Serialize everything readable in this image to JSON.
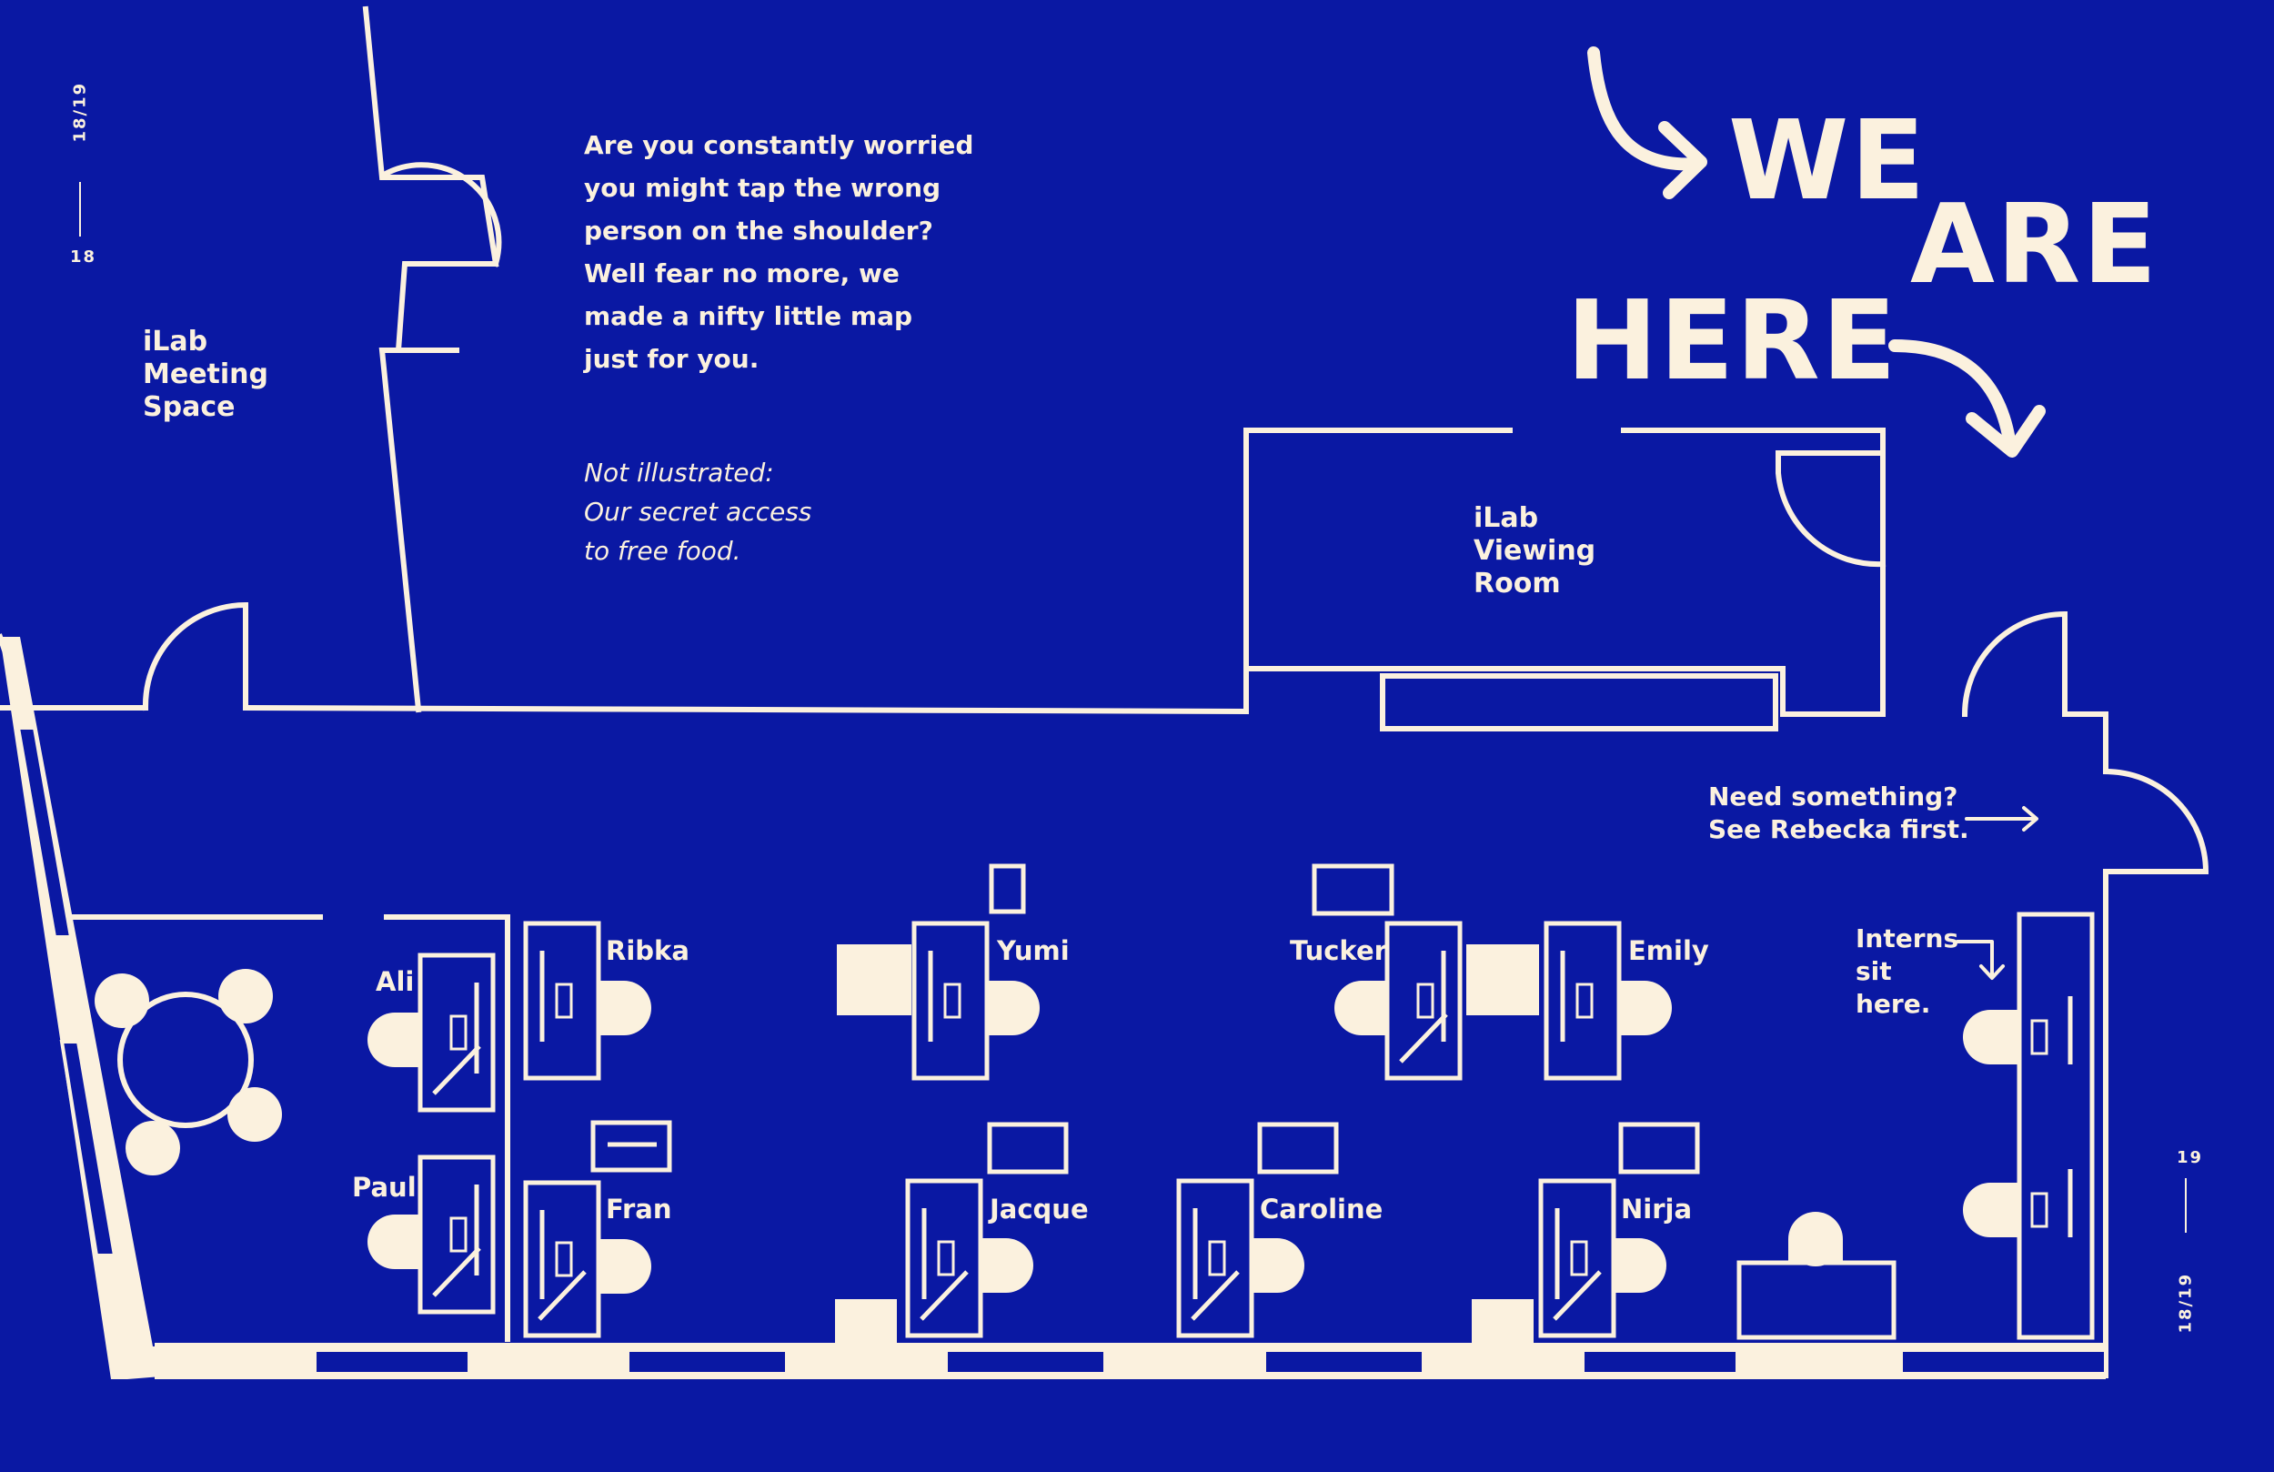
{
  "intro_text": [
    "Are you constantly worried",
    "you might tap the wrong",
    "person on the shoulder?",
    "Well fear no more, we",
    "made a nifty little map",
    "just for you."
  ],
  "note_text": [
    "Not illustrated:",
    "Our secret access",
    "to free food."
  ],
  "headline": {
    "word1": "WE",
    "word2": "ARE",
    "word3": "HERE"
  },
  "rooms": {
    "meeting": [
      "iLab",
      "Meeting",
      "Space"
    ],
    "viewing": [
      "iLab",
      "Viewing",
      "Room"
    ]
  },
  "callouts": {
    "need": [
      "Need something?",
      "See Rebecka first."
    ],
    "interns": [
      "Interns",
      "sit",
      "here."
    ]
  },
  "people": {
    "ali": "Ali",
    "ribka": "Ribka",
    "paul": "Paul",
    "fran": "Fran",
    "yumi": "Yumi",
    "jacque": "Jacque",
    "caroline": "Caroline",
    "tucker": "Tucker",
    "emily": "Emily",
    "nirja": "Nirja"
  },
  "page_markers": {
    "left_spread": "18/19",
    "left_page": "18",
    "right_page": "19",
    "right_spread": "18/19"
  },
  "colors": {
    "background": "#0a18a3",
    "ink": "#fbf1de"
  },
  "icons": [
    "arrow-curved-right-icon",
    "arrow-curved-down-icon",
    "arrow-right-icon",
    "arrow-down-icon",
    "round-table-icon",
    "desk-icon",
    "chair-icon",
    "keyboard-icon",
    "door-icon"
  ]
}
